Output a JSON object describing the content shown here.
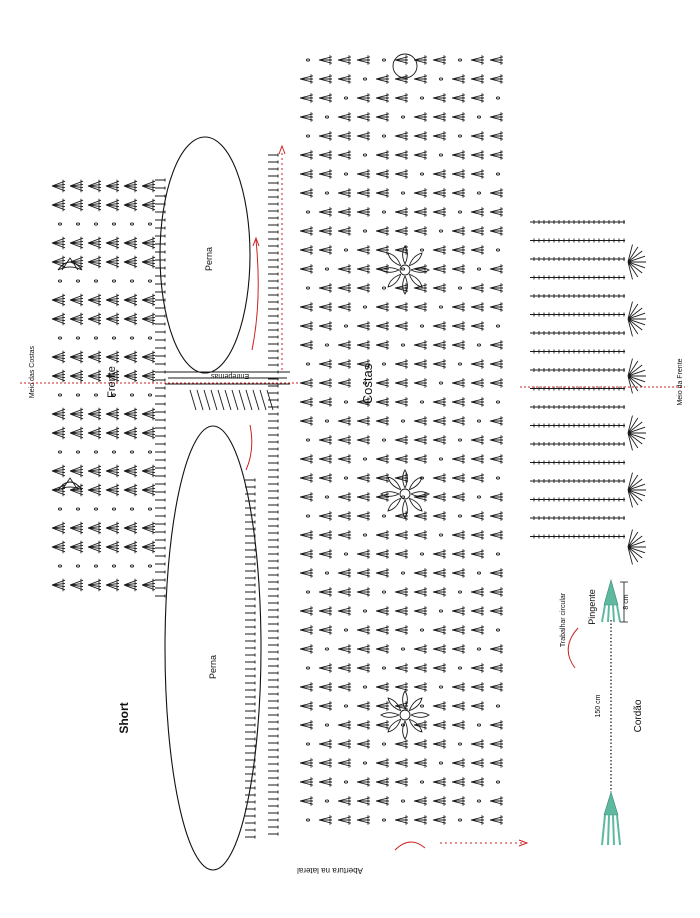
{
  "labels": {
    "short": "Short",
    "perna_top": "Perna",
    "perna_bottom": "Perna",
    "frente": "Frente",
    "costas": "Costas",
    "entrepernas": "Entrepernas",
    "meio_costas": "Meio das Costas",
    "meio_frente": "Meio da Frente",
    "abertura": "Abertura na lateral",
    "trabalhar": "Trabalhar circular",
    "pingente": "Pingente",
    "pingente_size": "8 cm",
    "cordao": "Cordão",
    "cordao_size": "150 cm"
  },
  "colors": {
    "ink": "#1a1a1a",
    "guide_red": "#cc2222",
    "tassel_teal": "#5fb8a0",
    "background": "#ffffff"
  },
  "icons": {
    "motif": "crochet-flower-motif",
    "stitches": "crochet-stitch-symbols",
    "arrow": "direction-arrow",
    "tassel": "tassel-icon"
  }
}
